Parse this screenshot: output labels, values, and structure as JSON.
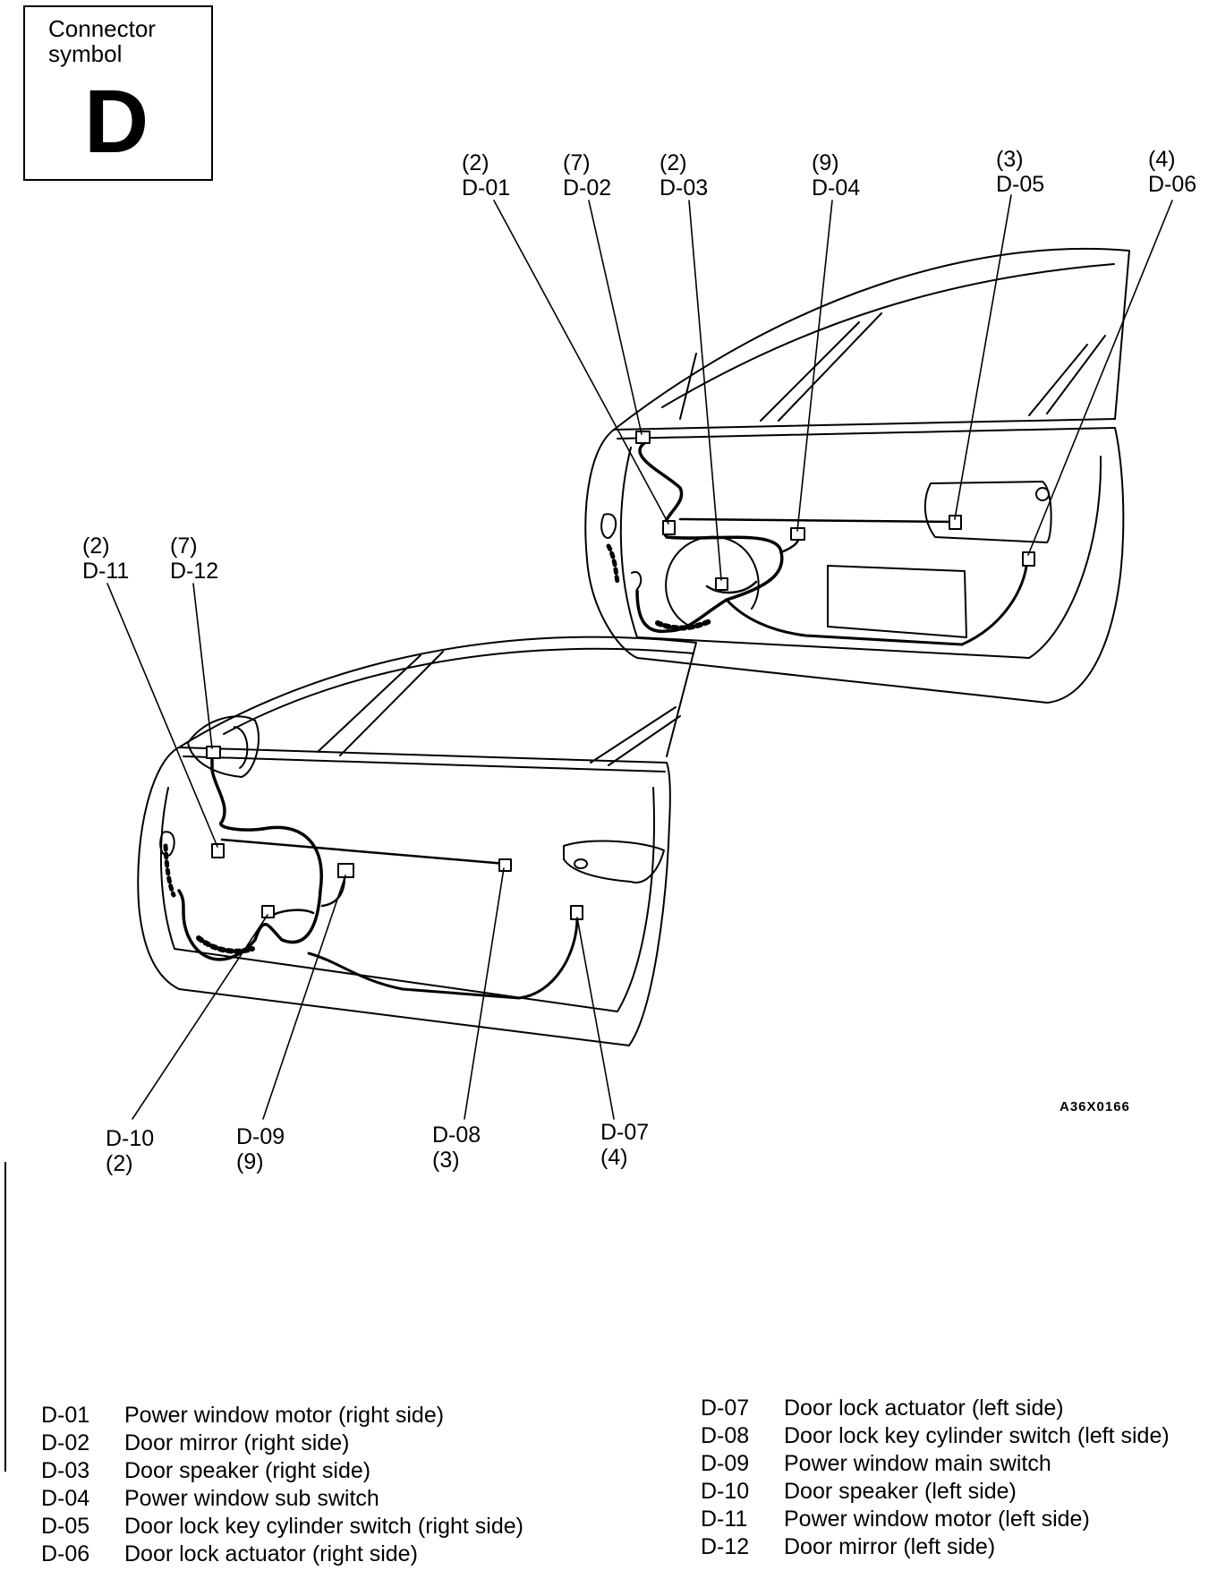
{
  "connector_symbol": {
    "caption_line1": "Connector",
    "caption_line2": "symbol",
    "letter": "D"
  },
  "drawing_code": "A36X0166",
  "callouts": [
    {
      "id": "D-01",
      "pins": "(2)"
    },
    {
      "id": "D-02",
      "pins": "(7)"
    },
    {
      "id": "D-03",
      "pins": "(2)"
    },
    {
      "id": "D-04",
      "pins": "(9)"
    },
    {
      "id": "D-05",
      "pins": "(3)"
    },
    {
      "id": "D-06",
      "pins": "(4)"
    },
    {
      "id": "D-07",
      "pins": "(4)"
    },
    {
      "id": "D-08",
      "pins": "(3)"
    },
    {
      "id": "D-09",
      "pins": "(9)"
    },
    {
      "id": "D-10",
      "pins": "(2)"
    },
    {
      "id": "D-11",
      "pins": "(2)"
    },
    {
      "id": "D-12",
      "pins": "(7)"
    }
  ],
  "legend": [
    {
      "code": "D-01",
      "text": "Power window motor (right side)"
    },
    {
      "code": "D-02",
      "text": "Door mirror (right side)"
    },
    {
      "code": "D-03",
      "text": "Door speaker (right side)"
    },
    {
      "code": "D-04",
      "text": "Power window sub switch"
    },
    {
      "code": "D-05",
      "text": "Door lock key cylinder switch (right side)"
    },
    {
      "code": "D-06",
      "text": "Door lock actuator (right side)"
    },
    {
      "code": "D-07",
      "text": "Door lock actuator (left side)"
    },
    {
      "code": "D-08",
      "text": "Door lock key cylinder switch (left side)"
    },
    {
      "code": "D-09",
      "text": "Power window main switch"
    },
    {
      "code": "D-10",
      "text": "Door speaker (left side)"
    },
    {
      "code": "D-11",
      "text": "Power window motor (left side)"
    },
    {
      "code": "D-12",
      "text": "Door mirror (left side)"
    }
  ]
}
